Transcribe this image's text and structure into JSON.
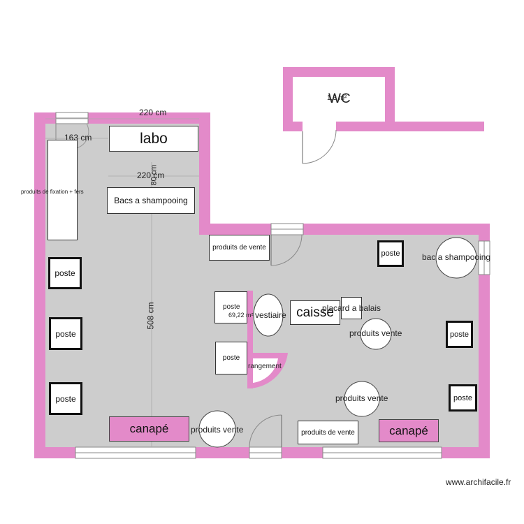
{
  "colors": {
    "wall": "#e38ac9",
    "floor": "#cdcdcd",
    "window": "#ffffff"
  },
  "rooms": {
    "wc": "WC",
    "wc_area": "1,3 m²",
    "main_area": "69,22 m²"
  },
  "dimensions": {
    "top_width": "220 cm",
    "labo_side": "163 cm",
    "inner_width": "220 cm",
    "inner_height": "80 cm",
    "main_height": "508 cm"
  },
  "furniture": {
    "labo": "labo",
    "bacs": "Bacs a shampooing",
    "fixation": "produits de fixation + fers",
    "produits_vente_top": "produits de vente",
    "poste_left_1": "poste",
    "poste_left_2": "poste",
    "poste_left_3": "poste",
    "poste_center_1": "poste",
    "poste_center_2": "poste",
    "vestiaire": "vestiaire",
    "rangement": "rangement",
    "caisse": "caisse",
    "placard": "placard a balais",
    "produits_vente_mid": "produits vente",
    "produits_vente_low": "produits vente",
    "produits_vente_bottom": "produits vente",
    "produits_de_vente_bottom": "produits de vente",
    "canape_left": "canapé",
    "canape_right": "canapé",
    "poste_right_top": "poste",
    "bac_shampooing": "bac a shampooing",
    "poste_right_1": "poste",
    "poste_right_2": "poste"
  },
  "footer": {
    "credit": "www.archifacile.fr"
  }
}
